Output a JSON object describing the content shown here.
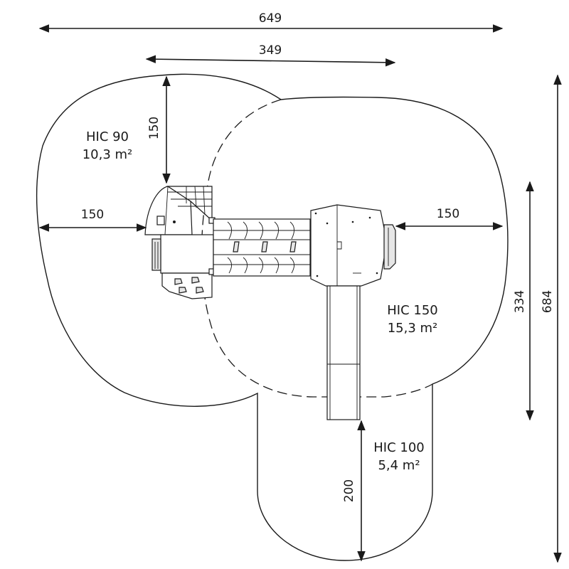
{
  "dimensions": {
    "overall_width": "649",
    "inner_width": "349",
    "top_clearance": "150",
    "left_clearance": "150",
    "right_clearance": "150",
    "slide_clearance": "200",
    "inner_height": "334",
    "overall_height": "684"
  },
  "zones": [
    {
      "hic": "HIC 90",
      "area": "10,3 m²"
    },
    {
      "hic": "HIC 150",
      "area": "15,3 m²"
    },
    {
      "hic": "HIC 100",
      "area": "5,4 m²"
    }
  ]
}
